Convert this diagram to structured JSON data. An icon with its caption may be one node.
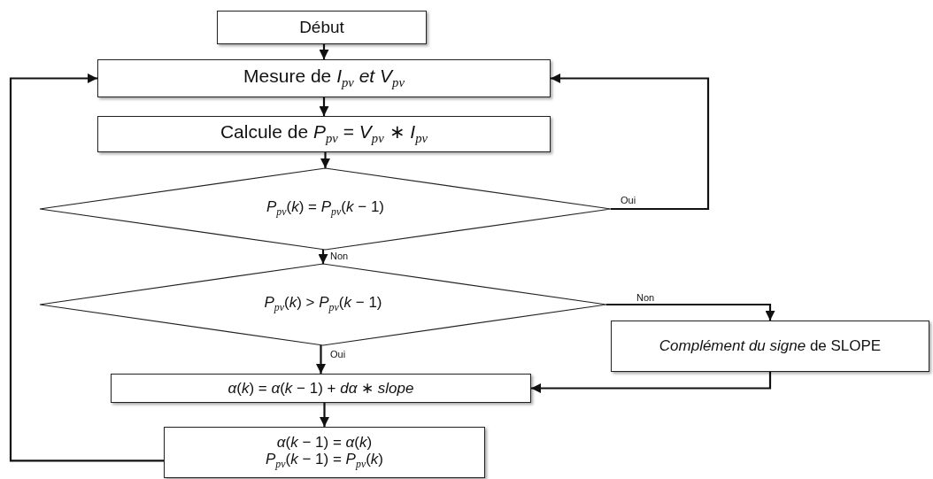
{
  "diagram": {
    "nodes": [
      {
        "text": [
          "Début"
        ]
      },
      {
        "text": [
          "Mesure de *I*$_{pv}$ *et V*$_{pv}$"
        ]
      },
      {
        "text": [
          "Calcule de *P*$_{pv}$ = *V*$_{pv}$ ∗ *I*$_{pv}$"
        ]
      },
      {
        "text": [
          "*P*$_{pv}$(*k*) = *P*$_{pv}$(*k* − 1)"
        ]
      },
      {
        "text": [
          "*P*$_{pv}$(*k*) > *P*$_{pv}$(*k* − 1)"
        ]
      },
      {
        "text": [
          "*Complément du signe* de SLOPE"
        ]
      },
      {
        "text": [
          "*α*(*k*) = *α*(*k* − 1) + *dα* ∗ *slope*"
        ]
      },
      {
        "text": [
          "*α*(*k* − 1) = *α*(*k*)",
          "*P*$_{pv}$(*k* − 1) = *P*$_{pv}$(*k*)"
        ]
      }
    ],
    "edges": [
      {
        "from": 0,
        "to": 1,
        "arrow": "to"
      },
      {
        "from": 1,
        "to": 2,
        "arrow": "to"
      },
      {
        "from": 2,
        "to": 3,
        "arrow": "to"
      },
      {
        "from": 3,
        "to": 4,
        "arrow": "to",
        "label": "Non"
      },
      {
        "from": 3,
        "to": 1,
        "arrow": "to",
        "label": "Oui"
      },
      {
        "from": 4,
        "to": 5,
        "arrow": "to",
        "label": "Non"
      },
      {
        "from": 4,
        "to": 6,
        "arrow": "to",
        "label": "Oui"
      },
      {
        "from": 5,
        "to": 6,
        "arrow": "to"
      },
      {
        "from": 6,
        "to": 7,
        "arrow": "to"
      },
      {
        "from": 7,
        "to": 1,
        "arrow": "to"
      }
    ]
  }
}
